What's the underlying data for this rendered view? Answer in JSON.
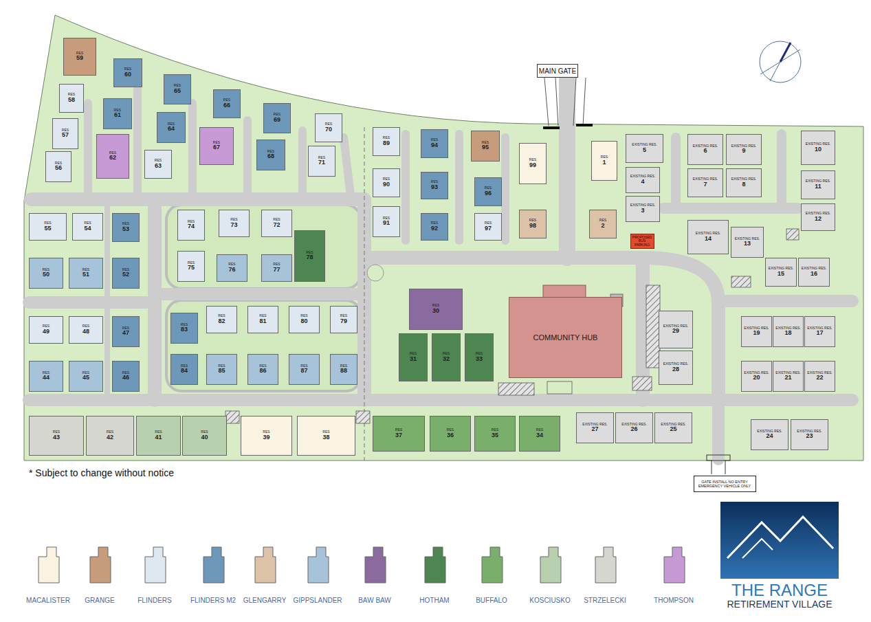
{
  "diagram": {
    "nodes": [
      {
        "text": [
          "RES",
          "1"
        ]
      },
      {
        "text": [
          "RES",
          "2"
        ]
      },
      {
        "text": [
          "EXISTING RES.",
          "3"
        ]
      },
      {
        "text": [
          "EXISTING RES.",
          "4"
        ]
      },
      {
        "text": [
          "EXISTING RES.",
          "5"
        ]
      },
      {
        "text": [
          "EXISTING RES.",
          "6"
        ]
      },
      {
        "text": [
          "EXISTING RES.",
          "7"
        ]
      },
      {
        "text": [
          "EXISTING RES.",
          "8"
        ]
      },
      {
        "text": [
          "EXISTING RES.",
          "9"
        ]
      },
      {
        "text": [
          "EXISTING RES.",
          "10"
        ]
      },
      {
        "text": [
          "EXISTING RES.",
          "11"
        ]
      },
      {
        "text": [
          "EXISTING RES.",
          "12"
        ]
      },
      {
        "text": [
          "EXISTING RES.",
          "13"
        ]
      },
      {
        "text": [
          "EXISTING RES.",
          "14"
        ]
      },
      {
        "text": [
          "EXISTING RES.",
          "15"
        ]
      },
      {
        "text": [
          "EXISTING RES.",
          "16"
        ]
      },
      {
        "text": [
          "EXISTING RES.",
          "17"
        ]
      },
      {
        "text": [
          "EXISTING RES.",
          "18"
        ]
      },
      {
        "text": [
          "EXISTING RES.",
          "19"
        ]
      },
      {
        "text": [
          "EXISTING RES.",
          "20"
        ]
      },
      {
        "text": [
          "EXISTING RES.",
          "21"
        ]
      },
      {
        "text": [
          "EXISTING RES.",
          "22"
        ]
      },
      {
        "text": [
          "EXISTING RES.",
          "23"
        ]
      },
      {
        "text": [
          "EXISTING RES.",
          "24"
        ]
      },
      {
        "text": [
          "EXISTING RES.",
          "25"
        ]
      },
      {
        "text": [
          "EXISTING RES.",
          "26"
        ]
      },
      {
        "text": [
          "EXISTING RES.",
          "27"
        ]
      },
      {
        "text": [
          "EXISTING RES.",
          "28"
        ]
      },
      {
        "text": [
          "EXISTING RES.",
          "29"
        ]
      },
      {
        "text": [
          "RES",
          "30"
        ]
      },
      {
        "text": [
          "RES",
          "31"
        ]
      },
      {
        "text": [
          "RES",
          "32"
        ]
      },
      {
        "text": [
          "RES",
          "33"
        ]
      },
      {
        "text": [
          "RES",
          "34"
        ]
      },
      {
        "text": [
          "RES",
          "35"
        ]
      },
      {
        "text": [
          "RES",
          "36"
        ]
      },
      {
        "text": [
          "RES",
          "37"
        ]
      },
      {
        "text": [
          "RES",
          "38"
        ]
      },
      {
        "text": [
          "RES",
          "39"
        ]
      },
      {
        "text": [
          "RES",
          "40"
        ]
      },
      {
        "text": [
          "RES",
          "41"
        ]
      },
      {
        "text": [
          "RES",
          "42"
        ]
      },
      {
        "text": [
          "RES",
          "43"
        ]
      },
      {
        "text": [
          "RES",
          "44"
        ]
      },
      {
        "text": [
          "RES",
          "45"
        ]
      },
      {
        "text": [
          "RES",
          "46"
        ]
      },
      {
        "text": [
          "RES",
          "47"
        ]
      },
      {
        "text": [
          "RES",
          "48"
        ]
      },
      {
        "text": [
          "RES",
          "49"
        ]
      },
      {
        "text": [
          "RES",
          "50"
        ]
      },
      {
        "text": [
          "RES",
          "51"
        ]
      },
      {
        "text": [
          "RES",
          "52"
        ]
      },
      {
        "text": [
          "RES",
          "53"
        ]
      },
      {
        "text": [
          "RES",
          "54"
        ]
      },
      {
        "text": [
          "RES",
          "55"
        ]
      },
      {
        "text": [
          "RES",
          "56"
        ]
      },
      {
        "text": [
          "RES",
          "57"
        ]
      },
      {
        "text": [
          "RES",
          "58"
        ]
      },
      {
        "text": [
          "RES",
          "59"
        ]
      },
      {
        "text": [
          "RES",
          "60"
        ]
      },
      {
        "text": [
          "RES",
          "61"
        ]
      },
      {
        "text": [
          "RES",
          "62"
        ]
      },
      {
        "text": [
          "RES",
          "63"
        ]
      },
      {
        "text": [
          "RES",
          "64"
        ]
      },
      {
        "text": [
          "RES",
          "65"
        ]
      },
      {
        "text": [
          "RES",
          "66"
        ]
      },
      {
        "text": [
          "RES",
          "67"
        ]
      },
      {
        "text": [
          "RES",
          "68"
        ]
      },
      {
        "text": [
          "RES",
          "69"
        ]
      },
      {
        "text": [
          "RES",
          "70"
        ]
      },
      {
        "text": [
          "RES",
          "71"
        ]
      },
      {
        "text": [
          "RES",
          "72"
        ]
      },
      {
        "text": [
          "RES",
          "73"
        ]
      },
      {
        "text": [
          "RES",
          "74"
        ]
      },
      {
        "text": [
          "RES",
          "75"
        ]
      },
      {
        "text": [
          "RES",
          "76"
        ]
      },
      {
        "text": [
          "RES",
          "77"
        ]
      },
      {
        "text": [
          "RES",
          "78"
        ]
      },
      {
        "text": [
          "RES",
          "79"
        ]
      },
      {
        "text": [
          "RES",
          "80"
        ]
      },
      {
        "text": [
          "RES",
          "81"
        ]
      },
      {
        "text": [
          "RES",
          "82"
        ]
      },
      {
        "text": [
          "RES",
          "83"
        ]
      },
      {
        "text": [
          "RES",
          "84"
        ]
      },
      {
        "text": [
          "RES",
          "85"
        ]
      },
      {
        "text": [
          "RES",
          "86"
        ]
      },
      {
        "text": [
          "RES",
          "87"
        ]
      },
      {
        "text": [
          "RES",
          "88"
        ]
      },
      {
        "text": [
          "RES",
          "89"
        ]
      },
      {
        "text": [
          "RES",
          "90"
        ]
      },
      {
        "text": [
          "RES",
          "91"
        ]
      },
      {
        "text": [
          "RES",
          "92"
        ]
      },
      {
        "text": [
          "RES",
          "93"
        ]
      },
      {
        "text": [
          "RES",
          "94"
        ]
      },
      {
        "text": [
          "RES",
          "95"
        ]
      },
      {
        "text": [
          "RES",
          "96"
        ]
      },
      {
        "text": [
          "RES",
          "97"
        ]
      },
      {
        "text": [
          "RES",
          "98"
        ]
      },
      {
        "text": [
          "RES",
          "99"
        ]
      },
      {
        "text": [
          "MAIN GATE"
        ]
      },
      {
        "text": [
          "COMMUNITY HUB"
        ]
      },
      {
        "text": [
          "PROPOSED BUS PARKING"
        ]
      },
      {
        "text": [
          "GATE INSTALL NO ENTRY EMERGENCY VEHICLE ONLY"
        ]
      }
    ],
    "labels": [
      "* Subject to change without notice",
      "THE RANGE",
      "RETIREMENT VILLAGE"
    ],
    "legend": [
      {
        "text": "MACALISTER",
        "color": "#fbf3e1"
      },
      {
        "text": "GRANGE",
        "color": "#c69c7c"
      },
      {
        "text": "FLINDERS",
        "color": "#dfe7f1"
      },
      {
        "text": "FLINDERS M2",
        "color": "#6d98ba"
      },
      {
        "text": "GLENGARRY",
        "color": "#dcc2a6"
      },
      {
        "text": "GIPPSLANDER",
        "color": "#a6c3da"
      },
      {
        "text": "BAW BAW",
        "color": "#8b6a9f"
      },
      {
        "text": "HOTHAM",
        "color": "#4d8650"
      },
      {
        "text": "BUFFALO",
        "color": "#7aae6b"
      },
      {
        "text": "KOSCIUSKO",
        "color": "#b8d0ae"
      },
      {
        "text": "STRZELECKI",
        "color": "#d5d6d0"
      },
      {
        "text": "THOMPSON",
        "color": "#c79ad6"
      }
    ]
  }
}
